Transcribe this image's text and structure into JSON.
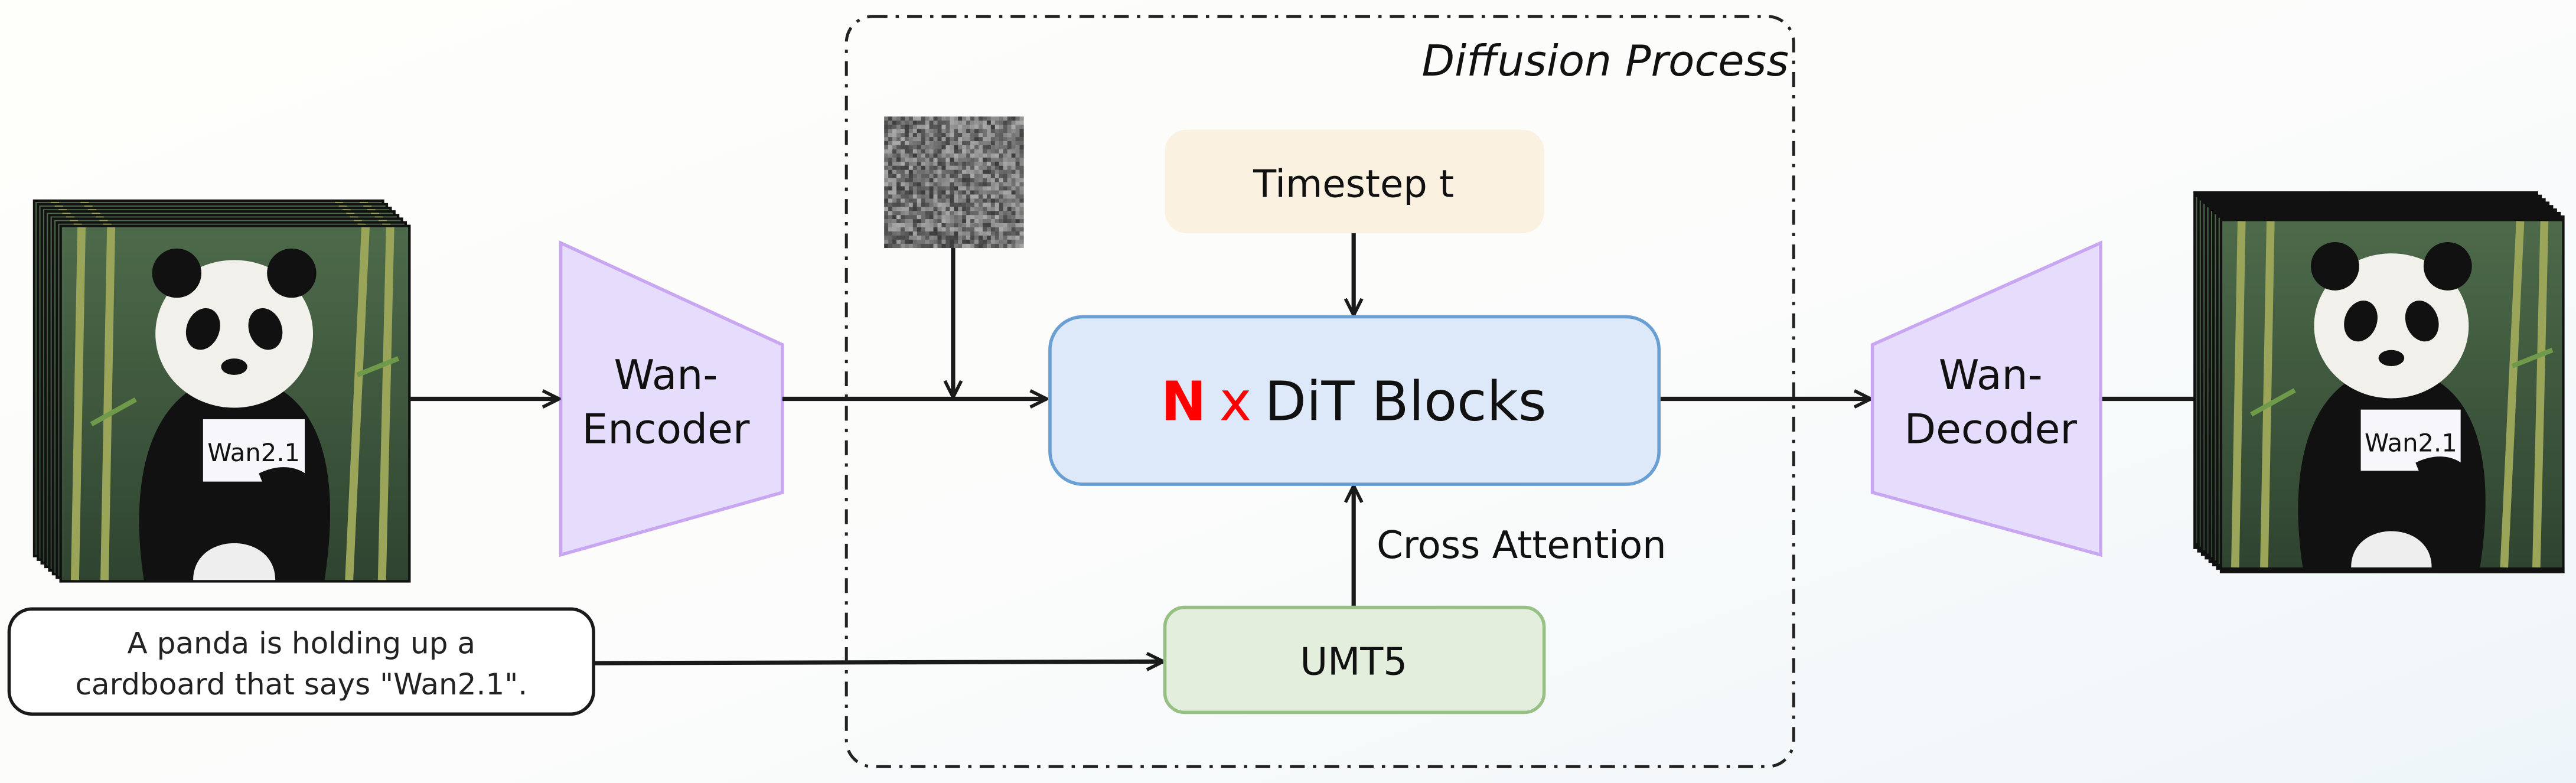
{
  "diffusion_process": {
    "title": "Diffusion Process"
  },
  "encoder": {
    "line1": "Wan-",
    "line2": "Encoder"
  },
  "decoder": {
    "line1": "Wan-",
    "line2": "Decoder"
  },
  "timestep": {
    "label": "Timestep t"
  },
  "dit": {
    "multiplier": "N",
    "times": "x",
    "label": "DiT Blocks"
  },
  "cross_attention": {
    "label": "Cross Attention"
  },
  "umt5": {
    "label": "UMT5"
  },
  "prompt": {
    "line1": "A panda is holding up a",
    "line2": "cardboard that says \"Wan2.1\"."
  },
  "panda_sign": "Wan2.1",
  "colors": {
    "encoder_fill": "#e6dcfb",
    "encoder_stroke": "#c9a6f2",
    "timestep_fill": "#faf1e0",
    "dit_fill": "#dde9f8",
    "dit_stroke": "#6a9fd4",
    "umt5_fill": "#e3efdc",
    "umt5_stroke": "#96c084",
    "accent_red": "#ff0000"
  }
}
